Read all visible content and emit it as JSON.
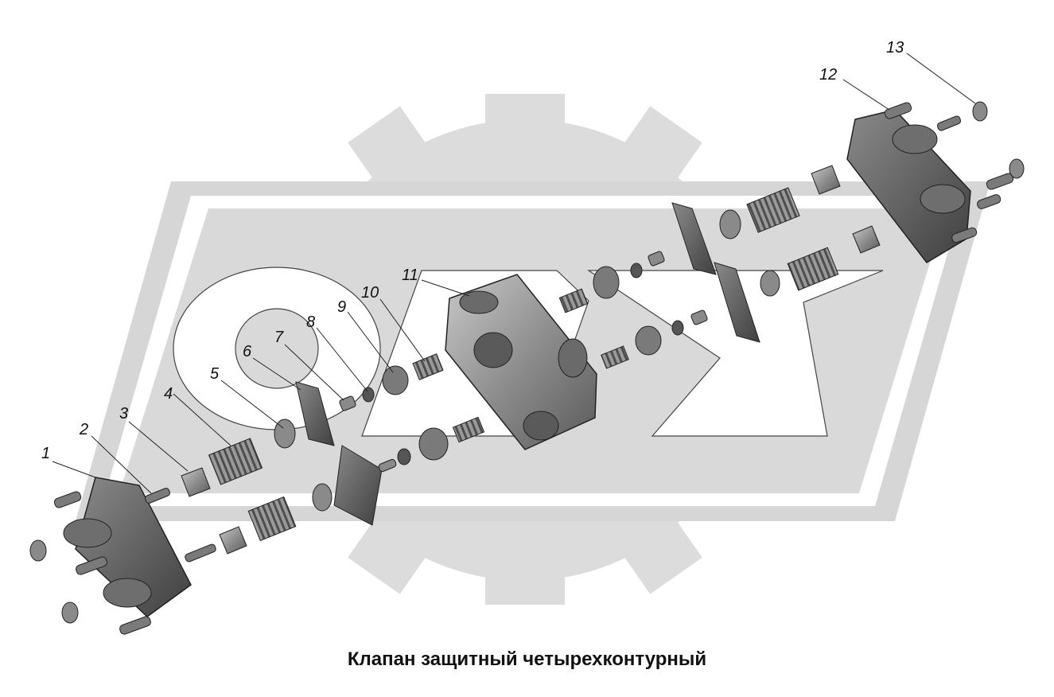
{
  "diagram": {
    "caption": "Клапан защитный четырехконтурный",
    "callouts": [
      "1",
      "2",
      "3",
      "4",
      "5",
      "6",
      "7",
      "8",
      "9",
      "10",
      "11",
      "12",
      "13"
    ]
  },
  "colors": {
    "watermark": "#d9d9d9",
    "part_dark": "#5e5e5e",
    "part_mid": "#8c8c8c",
    "part_light": "#b8b8b8",
    "leader": "#222222"
  }
}
